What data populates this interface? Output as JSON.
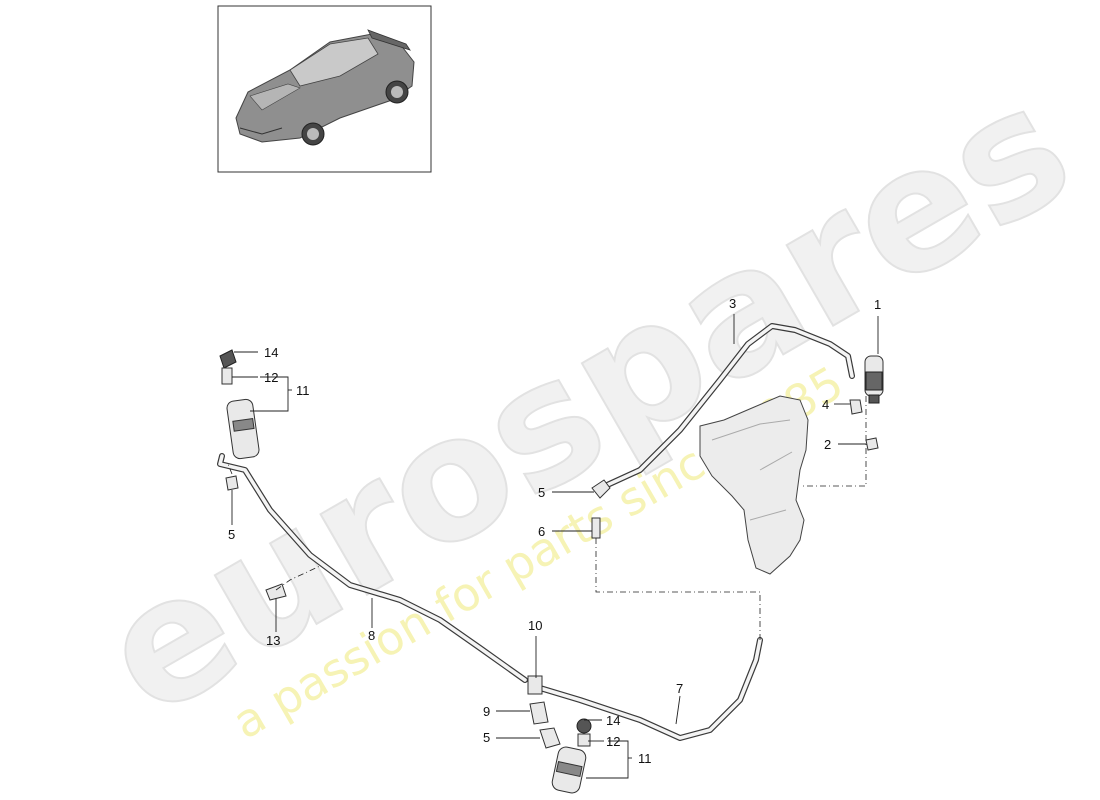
{
  "watermark": {
    "brand": "eurospares",
    "tagline": "a passion for parts since 1985"
  },
  "thumbnail": {
    "icon": "car-thumbnail-icon"
  },
  "callouts": {
    "c1": "1",
    "c2": "2",
    "c3": "3",
    "c4": "4",
    "c5a": "5",
    "c5b": "5",
    "c5c": "5",
    "c6": "6",
    "c7": "7",
    "c8": "8",
    "c9": "9",
    "c10": "10",
    "c11a": "11",
    "c11b": "11",
    "c12a": "12",
    "c12b": "12",
    "c13": "13",
    "c14a": "14",
    "c14b": "14"
  },
  "colors": {
    "watermark_gray": "#e2e2e2",
    "watermark_yellow": "#f6f3b5"
  }
}
